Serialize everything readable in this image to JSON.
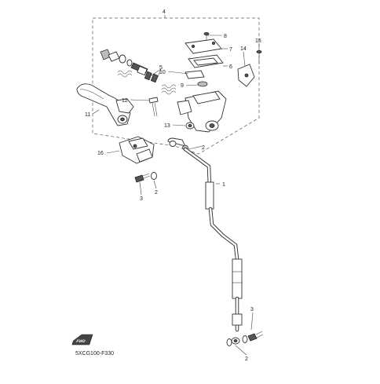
{
  "diagram": {
    "callouts": {
      "c1": "1",
      "c2a": "2",
      "c2b": "2",
      "c2c": "2",
      "c3a": "3",
      "c3b": "3",
      "c4": "4",
      "c5": "5",
      "c6": "6",
      "c7": "7",
      "c8": "8",
      "c9": "9",
      "c10": "10",
      "c11": "11",
      "c12": "12",
      "c13": "13",
      "c14": "14",
      "c15": "15",
      "c16": "16"
    },
    "figure_code": "5XCG100-F330",
    "front_icon": "FWD"
  },
  "colors": {
    "line": "#333333",
    "background": "#ffffff"
  }
}
